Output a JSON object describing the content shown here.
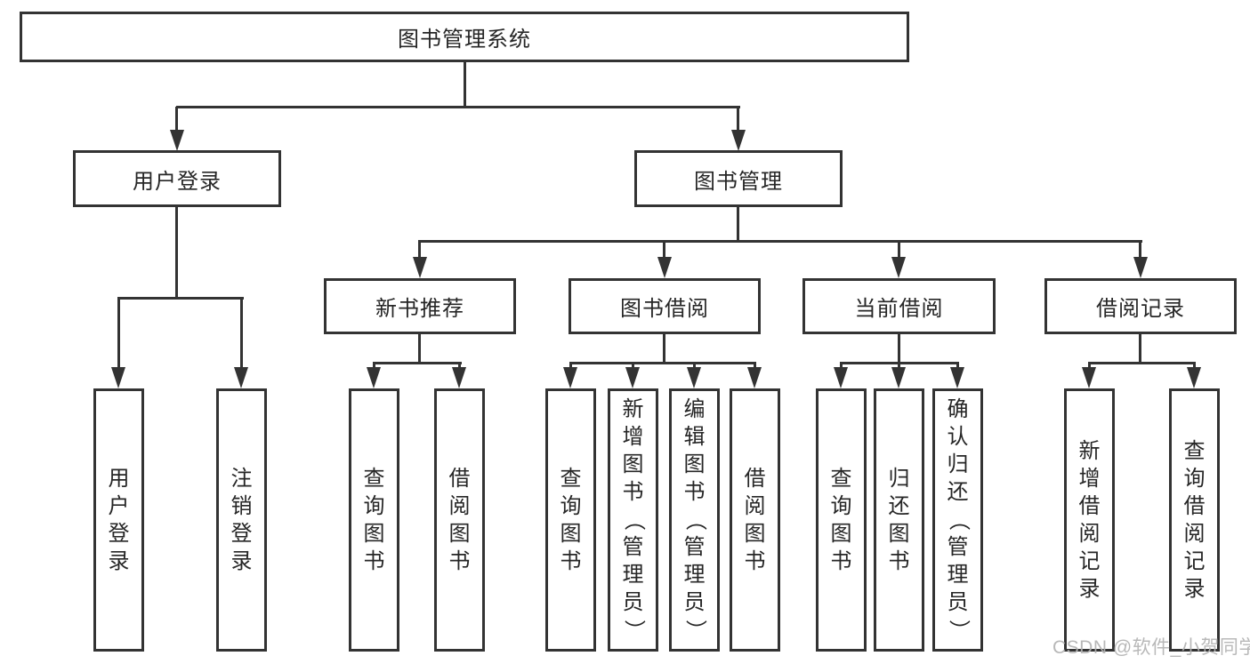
{
  "tree": {
    "root": "图书管理系统",
    "branches": [
      {
        "label": "用户登录",
        "leaves": [
          "用户登录",
          "注销登录"
        ]
      },
      {
        "label": "图书管理",
        "children": [
          {
            "label": "新书推荐",
            "leaves": [
              "查询图书",
              "借阅图书"
            ]
          },
          {
            "label": "图书借阅",
            "leaves": [
              "查询图书",
              "新增图书（管理员）",
              "编辑图书（管理员）",
              "借阅图书"
            ]
          },
          {
            "label": "当前借阅",
            "leaves": [
              "查询图书",
              "归还图书",
              "确认归还（管理员）"
            ]
          },
          {
            "label": "借阅记录",
            "leaves": [
              "新增借阅记录",
              "查询借阅记录"
            ]
          }
        ]
      }
    ]
  },
  "watermark": "CSDN @软件_小贺同学",
  "colors": {
    "line": "#333333",
    "text": "#262626",
    "background": "#ffffff",
    "watermark": "#b2b2b2"
  }
}
